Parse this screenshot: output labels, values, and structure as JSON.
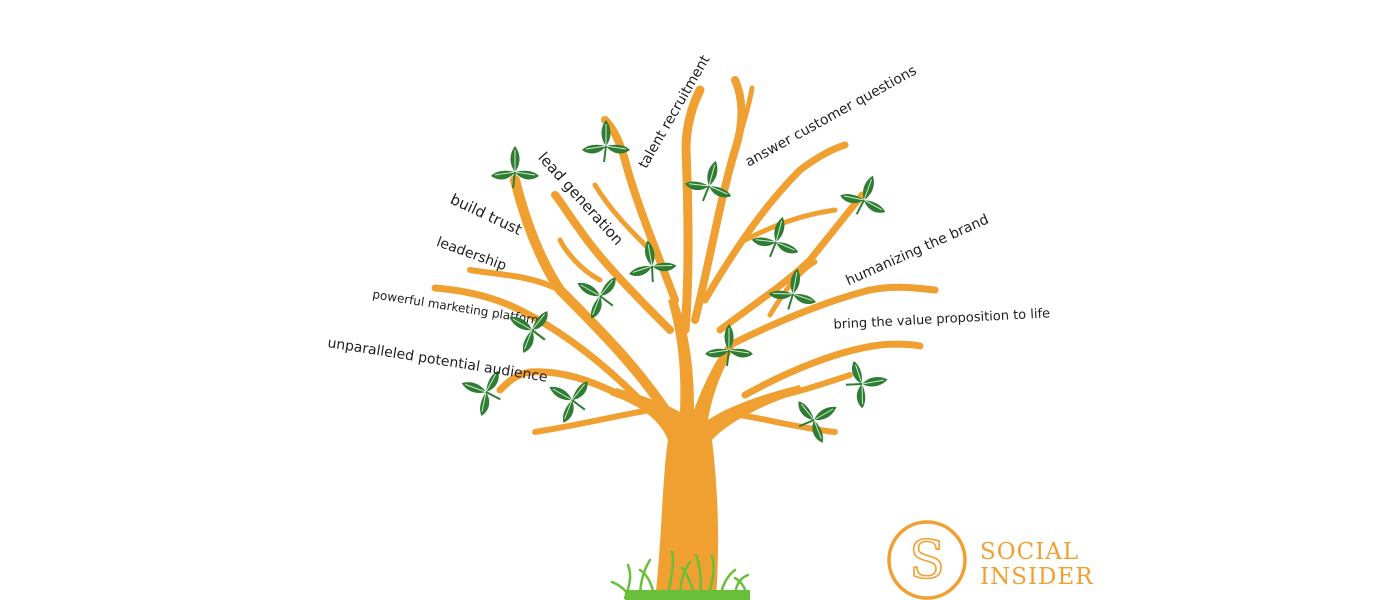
{
  "labels": {
    "talent_recruitment": "talent recruitment",
    "answer_customer_questions": "answer customer questions",
    "lead_generation": "lead generation",
    "build_trust": "build trust",
    "leadership": "leadership",
    "powerful_marketing_platform": "powerful marketing platform",
    "unparalleled_potential_audience": "unparalleled potential audience",
    "humanizing_the_brand": "humanizing the brand",
    "bring_value_proposition": "bring the value proposition to life"
  },
  "logo": {
    "line1": "SOCIAL",
    "line2": "INSIDER",
    "letter": "S"
  },
  "colors": {
    "branch": "#f0a030",
    "leaf": "#2e7d32",
    "grass": "#6abf3a",
    "text": "#222222"
  }
}
